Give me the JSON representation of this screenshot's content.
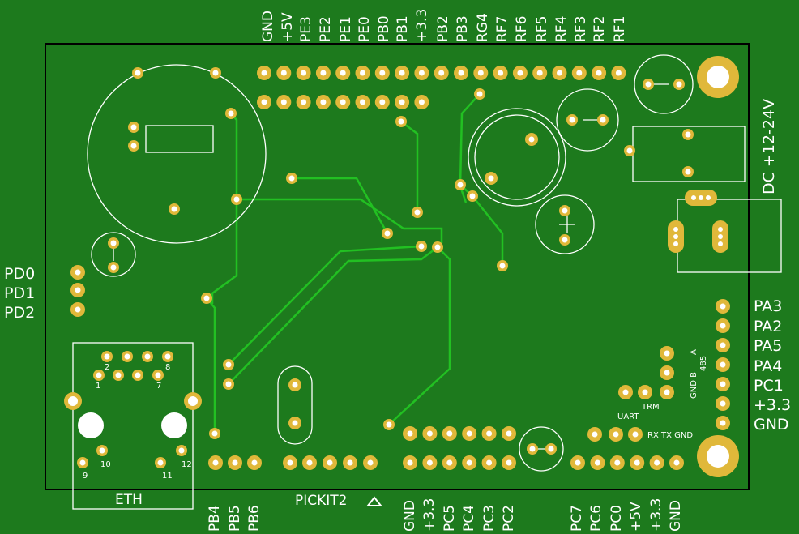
{
  "colors": {
    "board": "#1d7a1d",
    "trace": "#22c022",
    "pad": "#e0b83a",
    "hole": "#ffffff",
    "silk": "#ffffff"
  },
  "top_header_labels": [
    "GND",
    "+5V",
    "PE3",
    "PE2",
    "PE1",
    "PE0",
    "PB0",
    "PB1",
    "+3.3",
    "PB2",
    "PB3",
    "RG4",
    "RF7",
    "RF6",
    "RF5",
    "RF4",
    "RF3",
    "RF2",
    "RF1"
  ],
  "left_labels": [
    "PD0",
    "PD1",
    "PD2"
  ],
  "right_labels": [
    "PA3",
    "PA2",
    "PA5",
    "PA4",
    "PC1",
    "+3.3",
    "GND"
  ],
  "dc_label": "DC +12-24V",
  "eth_label": "ETH",
  "pickit_label": "PICKIT2",
  "bottom_left_labels": [
    "PB4",
    "PB5",
    "PB6"
  ],
  "bottom_mid_labels": [
    "GND",
    "+3.3",
    "PC5",
    "PC4",
    "PC3",
    "PC2"
  ],
  "bottom_right_labels": [
    "PC7",
    "PC6",
    "PC0",
    "+5V",
    "+3.3",
    "GND"
  ],
  "small_labels": {
    "uart": "UART",
    "trm": "TRM",
    "rx_tx_gnd": "RX TX GND",
    "gnd_b": "GND B",
    "rs485": "485",
    "a": "A",
    "eth_pins": [
      "2",
      "8",
      "1",
      "7",
      "10",
      "9",
      "12",
      "11"
    ]
  }
}
